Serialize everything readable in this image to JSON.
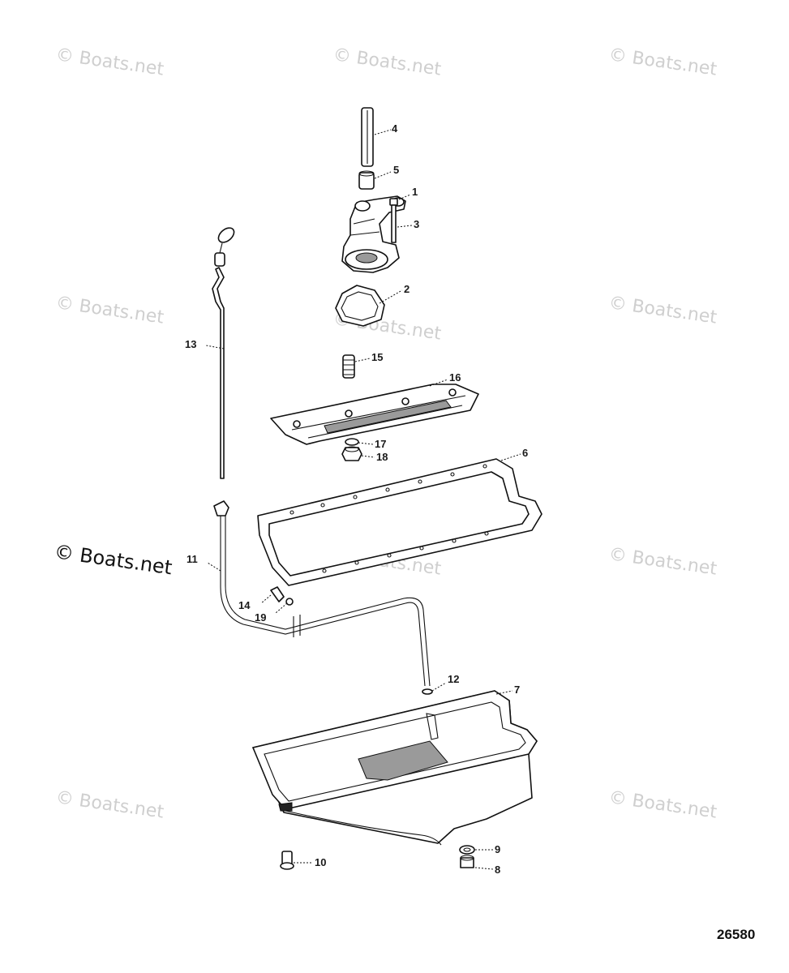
{
  "watermark": {
    "text": "© Boats.net"
  },
  "document_number": "26580",
  "callouts": [
    {
      "id": "c1",
      "label": "1"
    },
    {
      "id": "c2",
      "label": "2"
    },
    {
      "id": "c3",
      "label": "3"
    },
    {
      "id": "c4",
      "label": "4"
    },
    {
      "id": "c5",
      "label": "5"
    },
    {
      "id": "c6",
      "label": "6"
    },
    {
      "id": "c7",
      "label": "7"
    },
    {
      "id": "c8",
      "label": "8"
    },
    {
      "id": "c9",
      "label": "9"
    },
    {
      "id": "c10",
      "label": "10"
    },
    {
      "id": "c11",
      "label": "11"
    },
    {
      "id": "c12",
      "label": "12"
    },
    {
      "id": "c13",
      "label": "13"
    },
    {
      "id": "c14",
      "label": "14"
    },
    {
      "id": "c15",
      "label": "15"
    },
    {
      "id": "c16",
      "label": "16"
    },
    {
      "id": "c17",
      "label": "17"
    },
    {
      "id": "c18",
      "label": "18"
    },
    {
      "id": "c19",
      "label": "19"
    }
  ]
}
